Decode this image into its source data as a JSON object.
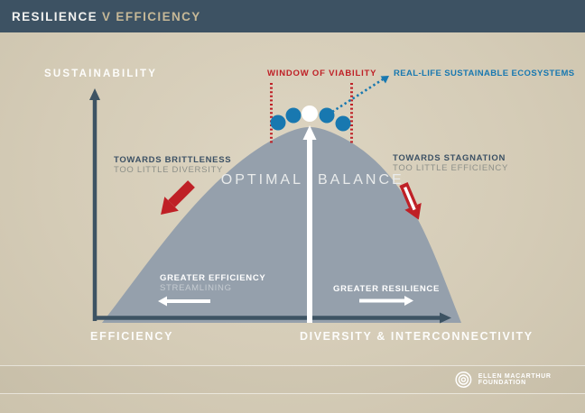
{
  "header": {
    "title_left": "RESILIENCE",
    "title_mid": "V",
    "title_right": "EFFICIENCY"
  },
  "chart": {
    "y_axis_label": "SUSTAINABILITY",
    "x_axis_label_left": "EFFICIENCY",
    "x_axis_label_right": "DIVERSITY & INTERCONNECTIVITY",
    "window_label": "WINDOW OF VIABILITY",
    "ecosystems_label": "REAL-LIFE SUSTAINABLE ECOSYSTEMS",
    "optimal": "OPTIMAL",
    "balance": "BALANCE",
    "left_warning": {
      "line1": "TOWARDS BRITTLENESS",
      "line2": "TOO LITTLE DIVERSITY"
    },
    "right_warning": {
      "line1": "TOWARDS STAGNATION",
      "line2": "TOO LITTLE EFFICIENCY"
    },
    "left_direction": {
      "line1": "GREATER EFFICIENCY",
      "line2": "STREAMLINING"
    },
    "right_direction": {
      "line1": "GREATER RESILIENCE"
    },
    "window_dots": {
      "blue_count": 4,
      "white_count": 1
    }
  },
  "footer": {
    "brand": "ELLEN MACARTHUR FOUNDATION"
  },
  "colors": {
    "header-bg": "#3d5263",
    "tan": "#c6b897",
    "bg": "#d5ccb7",
    "hill": "#95a0ac",
    "red": "#bf2026",
    "blue": "#1878b0",
    "navy": "#3b5064",
    "axis": "#3d5363"
  }
}
